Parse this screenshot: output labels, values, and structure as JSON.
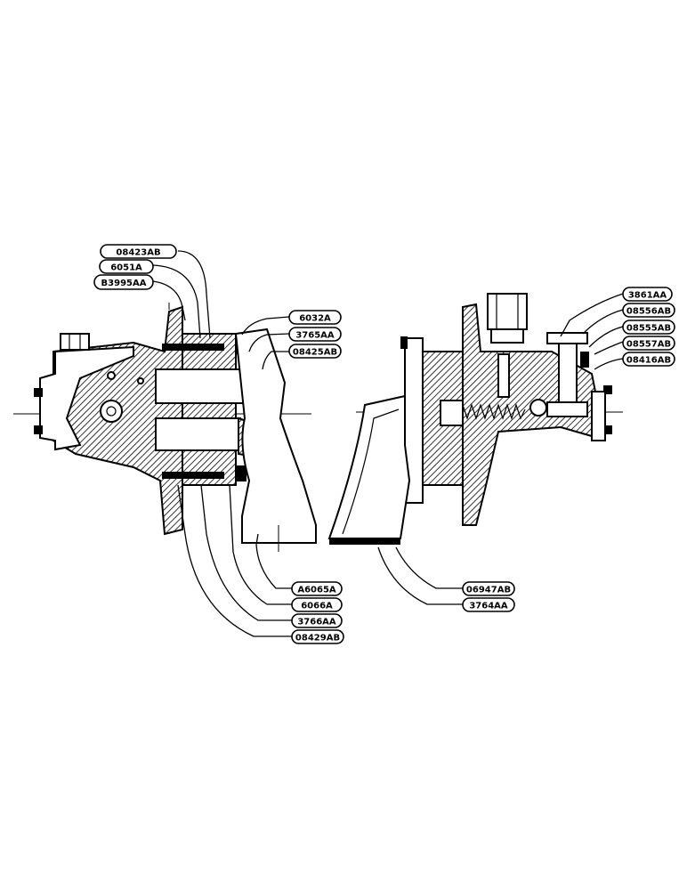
{
  "figure": {
    "left_assembly_labels": [
      "08423AB",
      "6051A",
      "B3995AA",
      "6032A",
      "3765AA",
      "08425AB",
      "A6065A",
      "6066A",
      "3766AA",
      "08429AB"
    ],
    "right_assembly_labels": [
      "3861AA",
      "08556AB",
      "08555AB",
      "08557AB",
      "08416AB",
      "06947AB",
      "3764AA"
    ]
  }
}
